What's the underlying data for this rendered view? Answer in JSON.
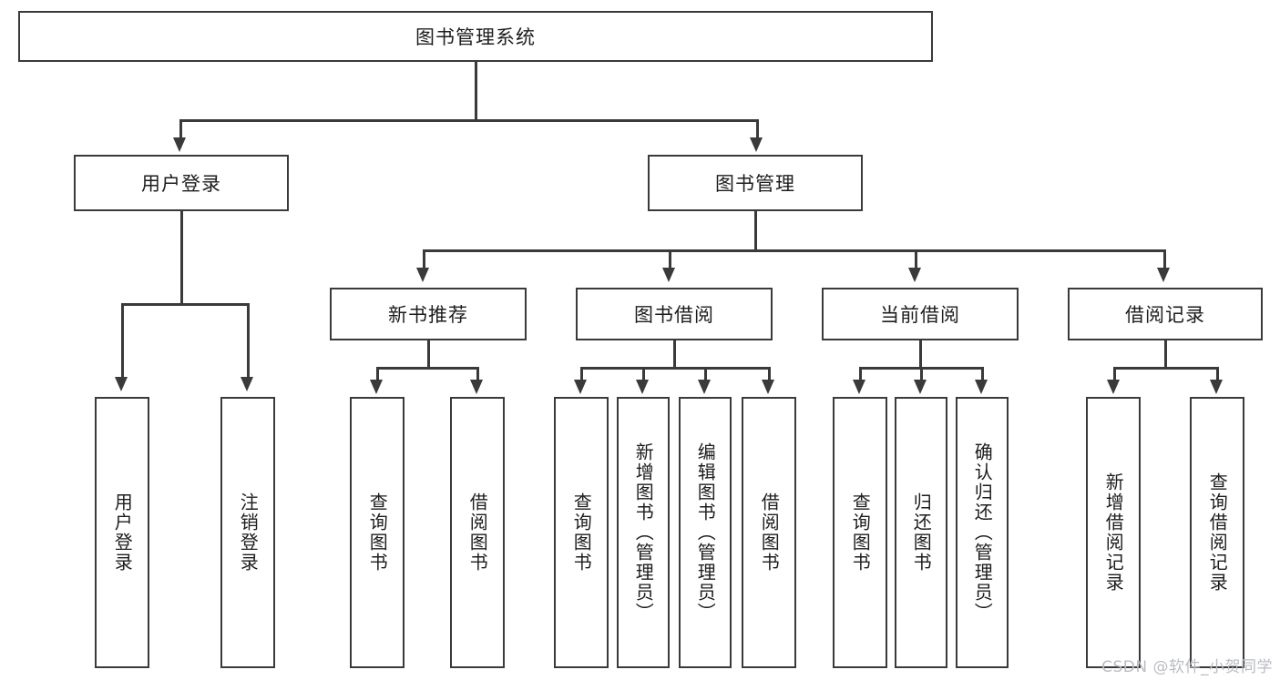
{
  "diagram": {
    "type": "tree",
    "title": "图书管理系统",
    "watermark": "CSDN @软件_小贺同学",
    "root": {
      "label": "图书管理系统"
    },
    "level2": [
      {
        "id": "user-login",
        "label": "用户登录"
      },
      {
        "id": "book-management",
        "label": "图书管理"
      }
    ],
    "level3": [
      {
        "id": "new-book-recommend",
        "label": "新书推荐",
        "parent": "book-management"
      },
      {
        "id": "book-borrow",
        "label": "图书借阅",
        "parent": "book-management"
      },
      {
        "id": "current-borrow",
        "label": "当前借阅",
        "parent": "book-management"
      },
      {
        "id": "borrow-record",
        "label": "借阅记录",
        "parent": "book-management"
      }
    ],
    "leaves": [
      {
        "id": "leaf-user-login",
        "label": "用户登录",
        "parent": "user-login"
      },
      {
        "id": "leaf-logout",
        "label": "注销登录",
        "parent": "user-login"
      },
      {
        "id": "leaf-query-book-1",
        "label": "查询图书",
        "parent": "new-book-recommend"
      },
      {
        "id": "leaf-borrow-book-1",
        "label": "借阅图书",
        "parent": "new-book-recommend"
      },
      {
        "id": "leaf-query-book-2",
        "label": "查询图书",
        "parent": "book-borrow"
      },
      {
        "id": "leaf-add-book",
        "label": "新增图书（管理员）",
        "parent": "book-borrow"
      },
      {
        "id": "leaf-edit-book",
        "label": "编辑图书（管理员）",
        "parent": "book-borrow"
      },
      {
        "id": "leaf-borrow-book-2",
        "label": "借阅图书",
        "parent": "book-borrow"
      },
      {
        "id": "leaf-query-book-3",
        "label": "查询图书",
        "parent": "current-borrow"
      },
      {
        "id": "leaf-return-book",
        "label": "归还图书",
        "parent": "current-borrow"
      },
      {
        "id": "leaf-confirm-return",
        "label": "确认归还（管理员）",
        "parent": "current-borrow"
      },
      {
        "id": "leaf-add-borrow-record",
        "label": "新增借阅记录",
        "parent": "borrow-record"
      },
      {
        "id": "leaf-query-borrow-record",
        "label": "查询借阅记录",
        "parent": "borrow-record"
      }
    ],
    "colors": {
      "stroke": "#3a3a3a",
      "fill": "#ffffff",
      "text": "#1d1d1d",
      "watermark": "#b9bcc2"
    }
  }
}
